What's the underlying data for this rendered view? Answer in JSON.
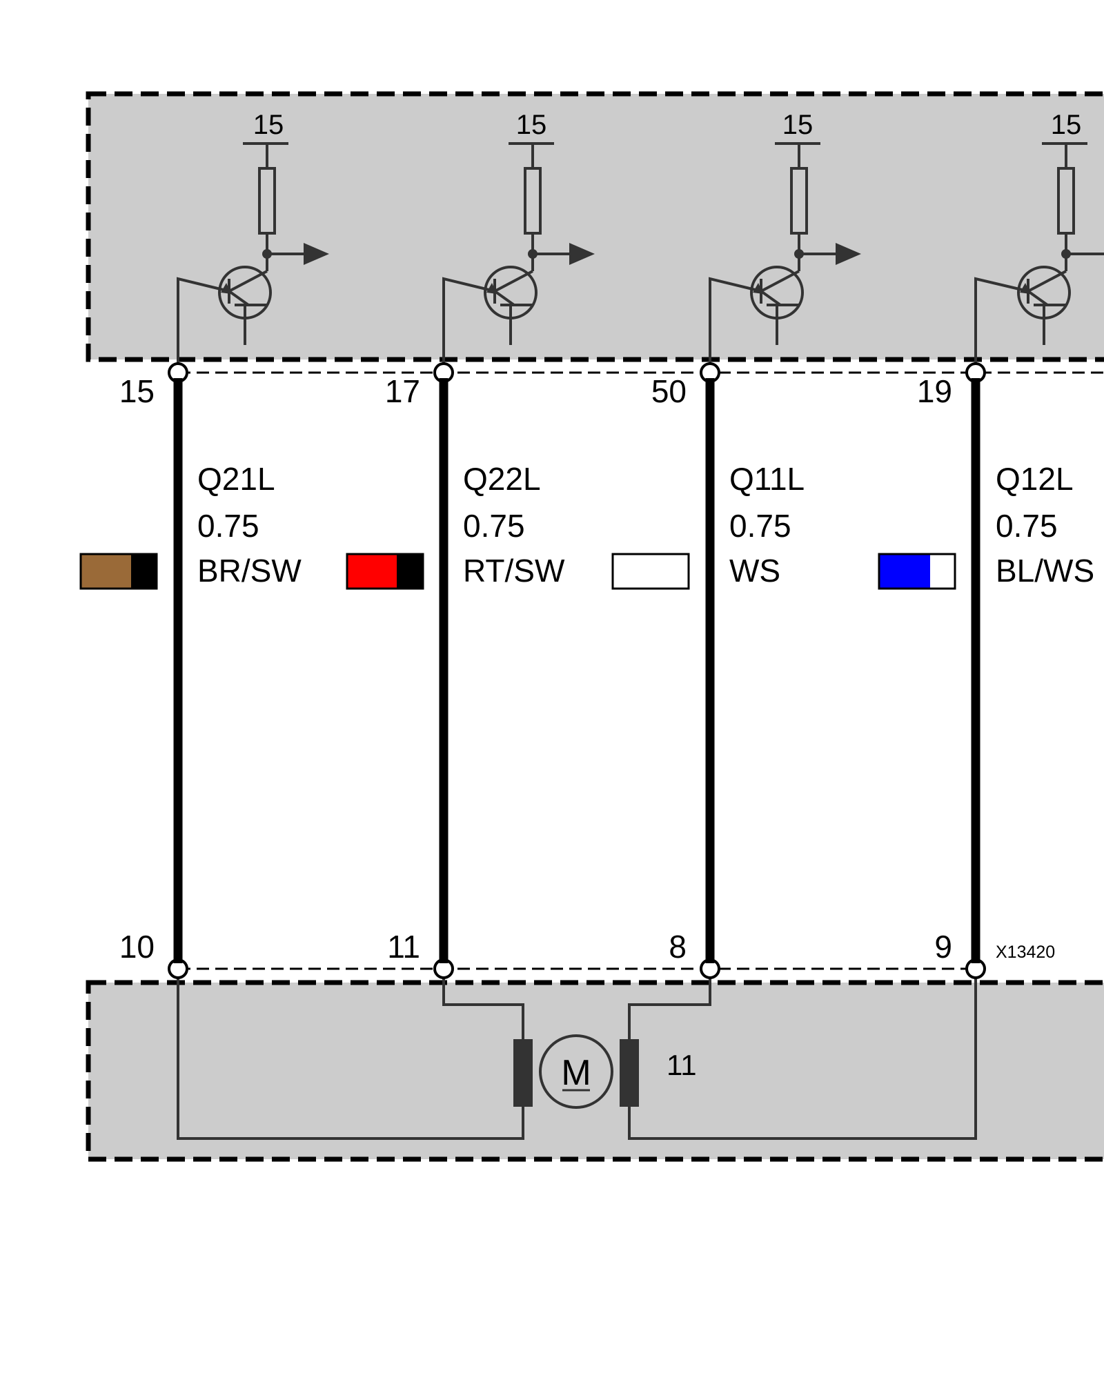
{
  "control_unit": {
    "supply_labels": [
      "15",
      "15",
      "15",
      "15"
    ]
  },
  "wires": [
    {
      "top_pin": "15",
      "bottom_pin": "10",
      "code": "Q21L",
      "size": "0.75",
      "color_name": "BR/SW",
      "swatch": [
        "#9a6a38",
        "#000000"
      ]
    },
    {
      "top_pin": "17",
      "bottom_pin": "11",
      "code": "Q22L",
      "size": "0.75",
      "color_name": "RT/SW",
      "swatch": [
        "#ff0000",
        "#000000"
      ]
    },
    {
      "top_pin": "50",
      "bottom_pin": "8",
      "code": "Q11L",
      "size": "0.75",
      "color_name": "WS",
      "swatch": [
        "#ffffff"
      ]
    },
    {
      "top_pin": "19",
      "bottom_pin": "9",
      "code": "Q12L",
      "size": "0.75",
      "color_name": "BL/WS",
      "swatch": [
        "#0000ff",
        "#ffffff"
      ]
    }
  ],
  "motor": {
    "symbol": "M",
    "label": "11"
  },
  "figure_code": "X13420",
  "colors": {
    "module_fill": "#cccccc",
    "wire": "#000000",
    "component": "#333333"
  }
}
